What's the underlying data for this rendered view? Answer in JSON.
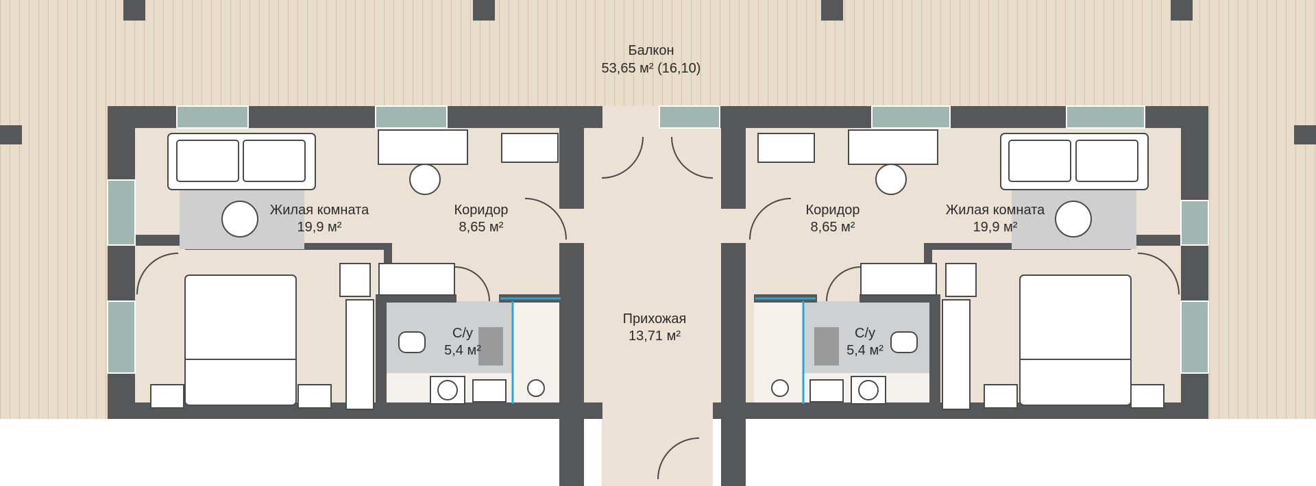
{
  "colors": {
    "deck": "#e8dccb",
    "deck_line": "#c9b89f",
    "floor": "#ebe1d5",
    "wall": "#555759",
    "window": "#9fb7b0",
    "bath_tile": "#cdd1d1",
    "rug": "#cfcfcf",
    "furniture_line": "#4a4a4a",
    "accent_blue": "#2aa7d8"
  },
  "rooms": {
    "balcony": {
      "name": "Балкон",
      "area": "53,65 м² (16,10)"
    },
    "living_left": {
      "name": "Жилая комната",
      "area": "19,9 м²"
    },
    "living_right": {
      "name": "Жилая комната",
      "area": "19,9 м²"
    },
    "corridor_left": {
      "name": "Коридор",
      "area": "8,65 м²"
    },
    "corridor_right": {
      "name": "Коридор",
      "area": "8,65 м²"
    },
    "bath_left": {
      "name": "С/у",
      "area": "5,4 м²"
    },
    "bath_right": {
      "name": "С/у",
      "area": "5,4 м²"
    },
    "hall": {
      "name": "Прихожая",
      "area": "13,71 м²"
    }
  }
}
